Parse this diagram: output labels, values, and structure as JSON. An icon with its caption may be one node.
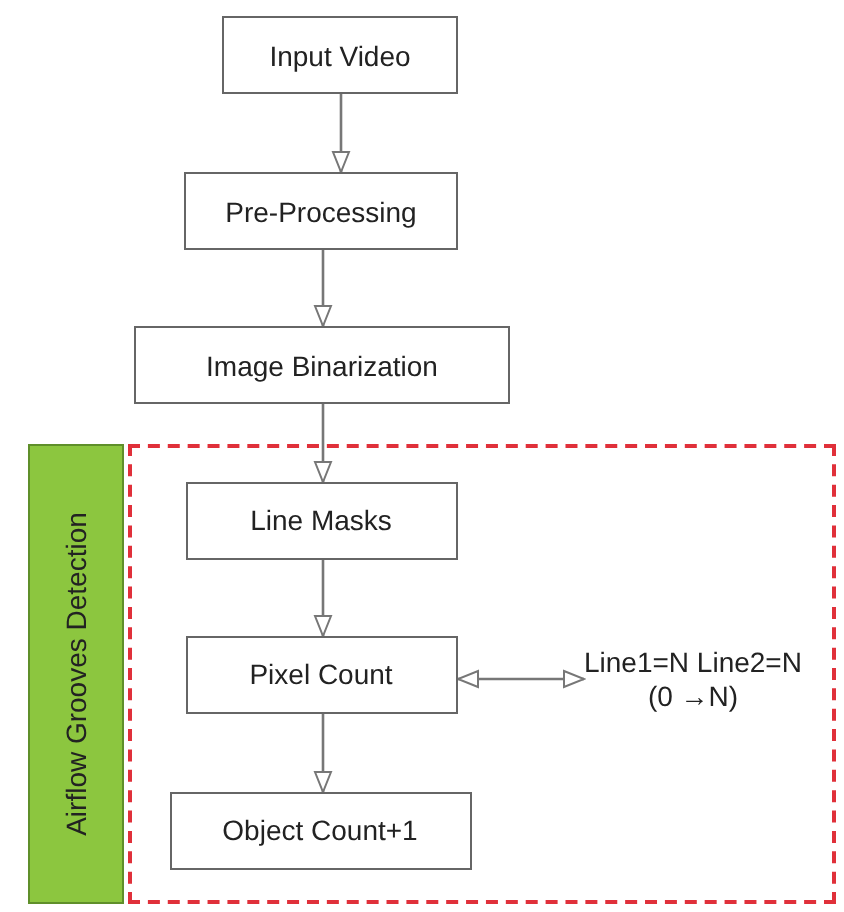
{
  "diagram": {
    "nodes": [
      {
        "text": [
          "Input Video"
        ]
      },
      {
        "text": [
          "Pre-Processing"
        ]
      },
      {
        "text": [
          "Image Binarization"
        ]
      },
      {
        "text": [],
        "shape": "box"
      },
      {
        "text": [
          "Airflow Grooves Detection"
        ]
      },
      {
        "text": [
          "Line Masks"
        ],
        "in": 3
      },
      {
        "text": [
          "Pixel Count"
        ],
        "in": 3
      },
      {
        "text": [
          "Object Count+1"
        ],
        "in": 3
      },
      {
        "text": [
          "Line1=N Line2=N (0 →N)"
        ],
        "in": 3
      }
    ],
    "edges": [
      {
        "from": 0,
        "to": 1,
        "arrow": "to"
      },
      {
        "from": 1,
        "to": 2,
        "arrow": "to"
      },
      {
        "from": 2,
        "to": 5,
        "arrow": "to"
      },
      {
        "from": 5,
        "to": 6,
        "arrow": "to"
      },
      {
        "from": 6,
        "to": 7,
        "arrow": "to"
      },
      {
        "from": 6,
        "to": 8,
        "arrow": "both"
      }
    ]
  }
}
